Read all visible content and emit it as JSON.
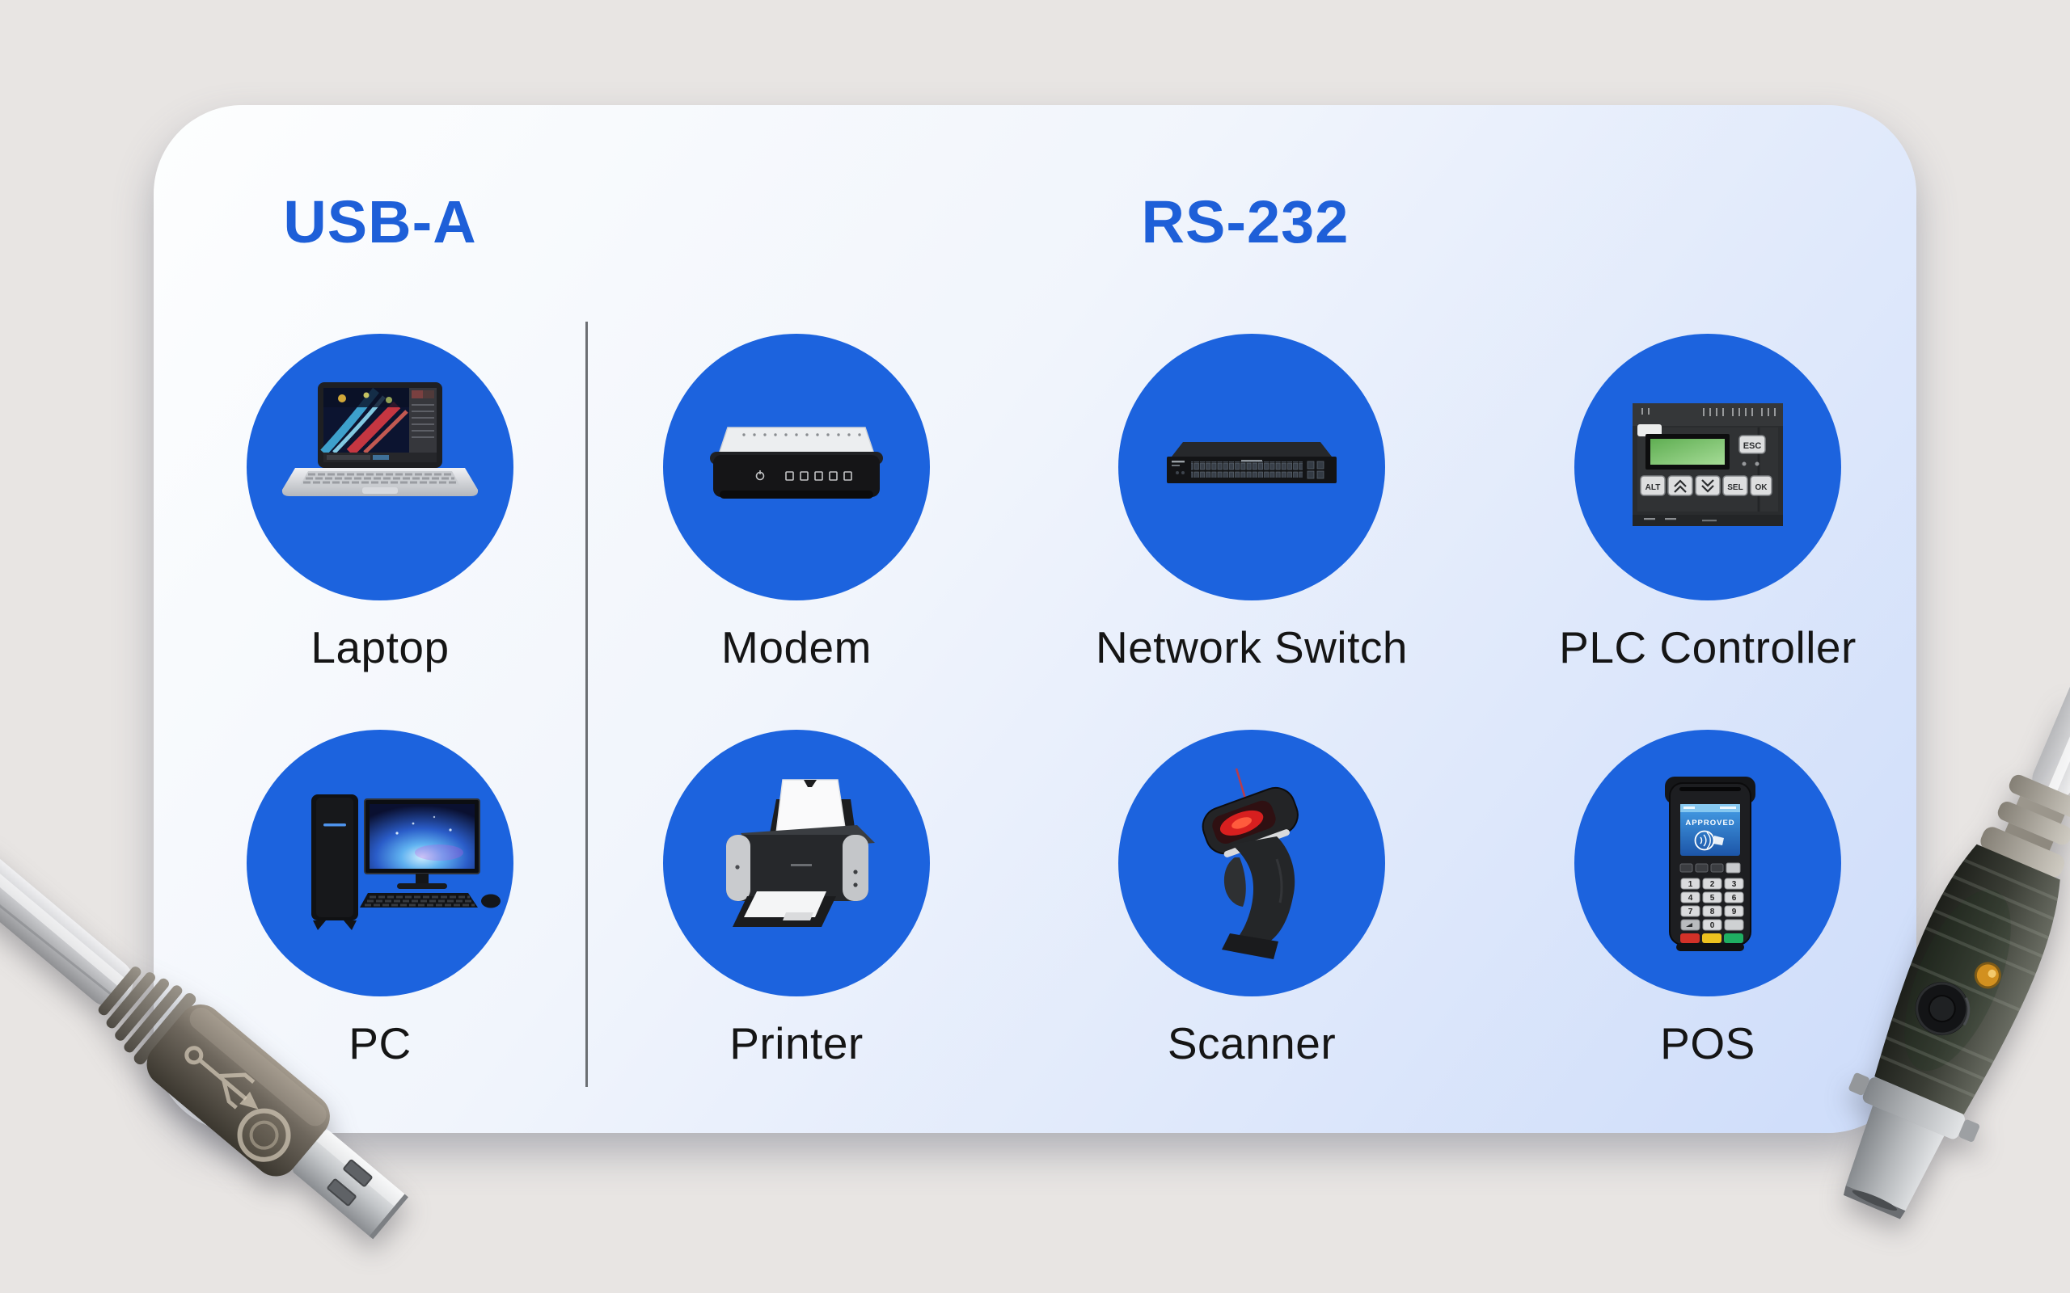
{
  "page": {
    "background_color": "#e8e5e3"
  },
  "card": {
    "gradient_from": "#fdfefe",
    "gradient_to": "#cddcfa"
  },
  "palette": {
    "header_blue": "#1e5fd8",
    "circle_blue": "#1c63de",
    "label_color": "#151515",
    "divider_color": "#54575a"
  },
  "groups": [
    {
      "label": "USB-A"
    },
    {
      "label": "RS-232"
    }
  ],
  "devices": [
    {
      "label": "Laptop",
      "group": "USB-A"
    },
    {
      "label": "Modem",
      "group": "RS-232"
    },
    {
      "label": "Network Switch",
      "group": "RS-232"
    },
    {
      "label": "PLC Controller",
      "group": "RS-232",
      "buttons": {
        "esc": "ESC",
        "alt": "ALT",
        "sel": "SEL",
        "ok": "OK"
      }
    },
    {
      "label": "PC",
      "group": "USB-A"
    },
    {
      "label": "Printer",
      "group": "RS-232"
    },
    {
      "label": "Scanner",
      "group": "RS-232"
    },
    {
      "label": "POS",
      "group": "RS-232",
      "screen_status": "APPROVED",
      "keypad": [
        "1",
        "2",
        "3",
        "4",
        "5",
        "6",
        "7",
        "8",
        "9",
        "0"
      ]
    }
  ],
  "photos": [
    {
      "name": "usb-a-connector"
    },
    {
      "name": "rs-232-serial-connector"
    }
  ]
}
